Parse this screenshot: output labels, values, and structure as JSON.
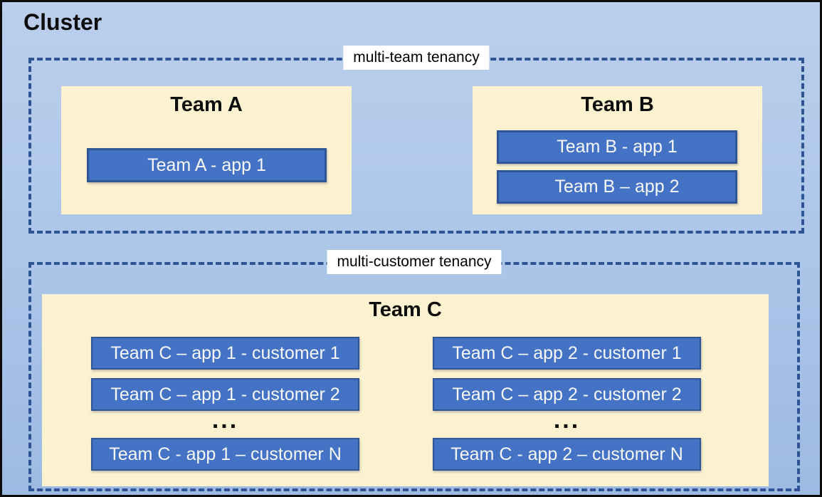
{
  "title": "Cluster",
  "groups": [
    {
      "label": "multi-team tenancy",
      "teams": [
        {
          "name": "Team A",
          "apps": [
            "Team A - app 1"
          ]
        },
        {
          "name": "Team B",
          "apps": [
            "Team B - app 1",
            "Team B – app 2"
          ]
        }
      ]
    },
    {
      "label": "multi-customer tenancy",
      "teams": [
        {
          "name": "Team C",
          "columns": [
            {
              "rows": [
                "Team C – app 1 - customer 1",
                "Team C – app 1 - customer 2"
              ],
              "ellipsis": "...",
              "last_row": "Team C - app 1 – customer N"
            },
            {
              "rows": [
                "Team C – app 2 - customer 1",
                "Team C – app 2 - customer 2"
              ],
              "ellipsis": "...",
              "last_row": "Team C - app 2 – customer N"
            }
          ]
        }
      ]
    }
  ],
  "colors": {
    "app_fill": "#4472C4",
    "app_border": "#2F5597",
    "panel_fill": "#FDF2D0",
    "dashed_border": "#2F5496",
    "label_background": "#FFFFFF",
    "canvas_top": "#BBCFEC",
    "canvas_bottom": "#9DBAE2",
    "outer_border": "#0B0B0B"
  }
}
